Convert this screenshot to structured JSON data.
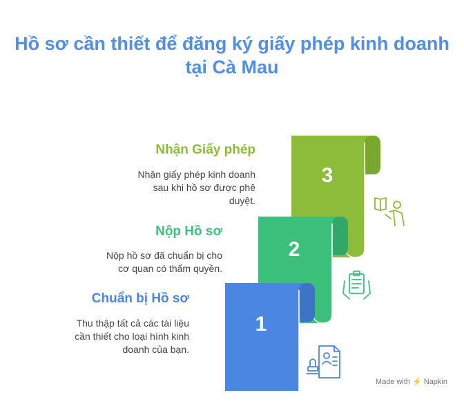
{
  "title": {
    "line1": "Hồ sơ cần thiết để đăng ký giấy phép kinh doanh",
    "line2": "tại Cà Mau"
  },
  "steps": [
    {
      "number": "1",
      "title": "Chuẩn bị Hồ sơ",
      "desc_lines": [
        "Thu thập tất cả các tài liệu",
        "cần thiết cho loại hình kinh",
        "doanh của bạn."
      ],
      "color": "#4b86e0",
      "icon": "document-stamp-icon"
    },
    {
      "number": "2",
      "title": "Nộp Hồ sơ",
      "desc_lines": [
        "Nộp hồ sơ đã chuẩn bị cho",
        "cơ quan có thẩm quyền."
      ],
      "color": "#3cbf7a",
      "icon": "clipboard-hands-icon"
    },
    {
      "number": "3",
      "title": "Nhận Giấy phép",
      "desc_lines": [
        "Nhận giấy phép kinh doanh",
        "sau khi hồ sơ được phê",
        "duyệt."
      ],
      "color": "#8cbc3a",
      "icon": "person-reading-icon"
    }
  ],
  "footer": {
    "prefix": "Made with",
    "brand": "Napkin"
  }
}
